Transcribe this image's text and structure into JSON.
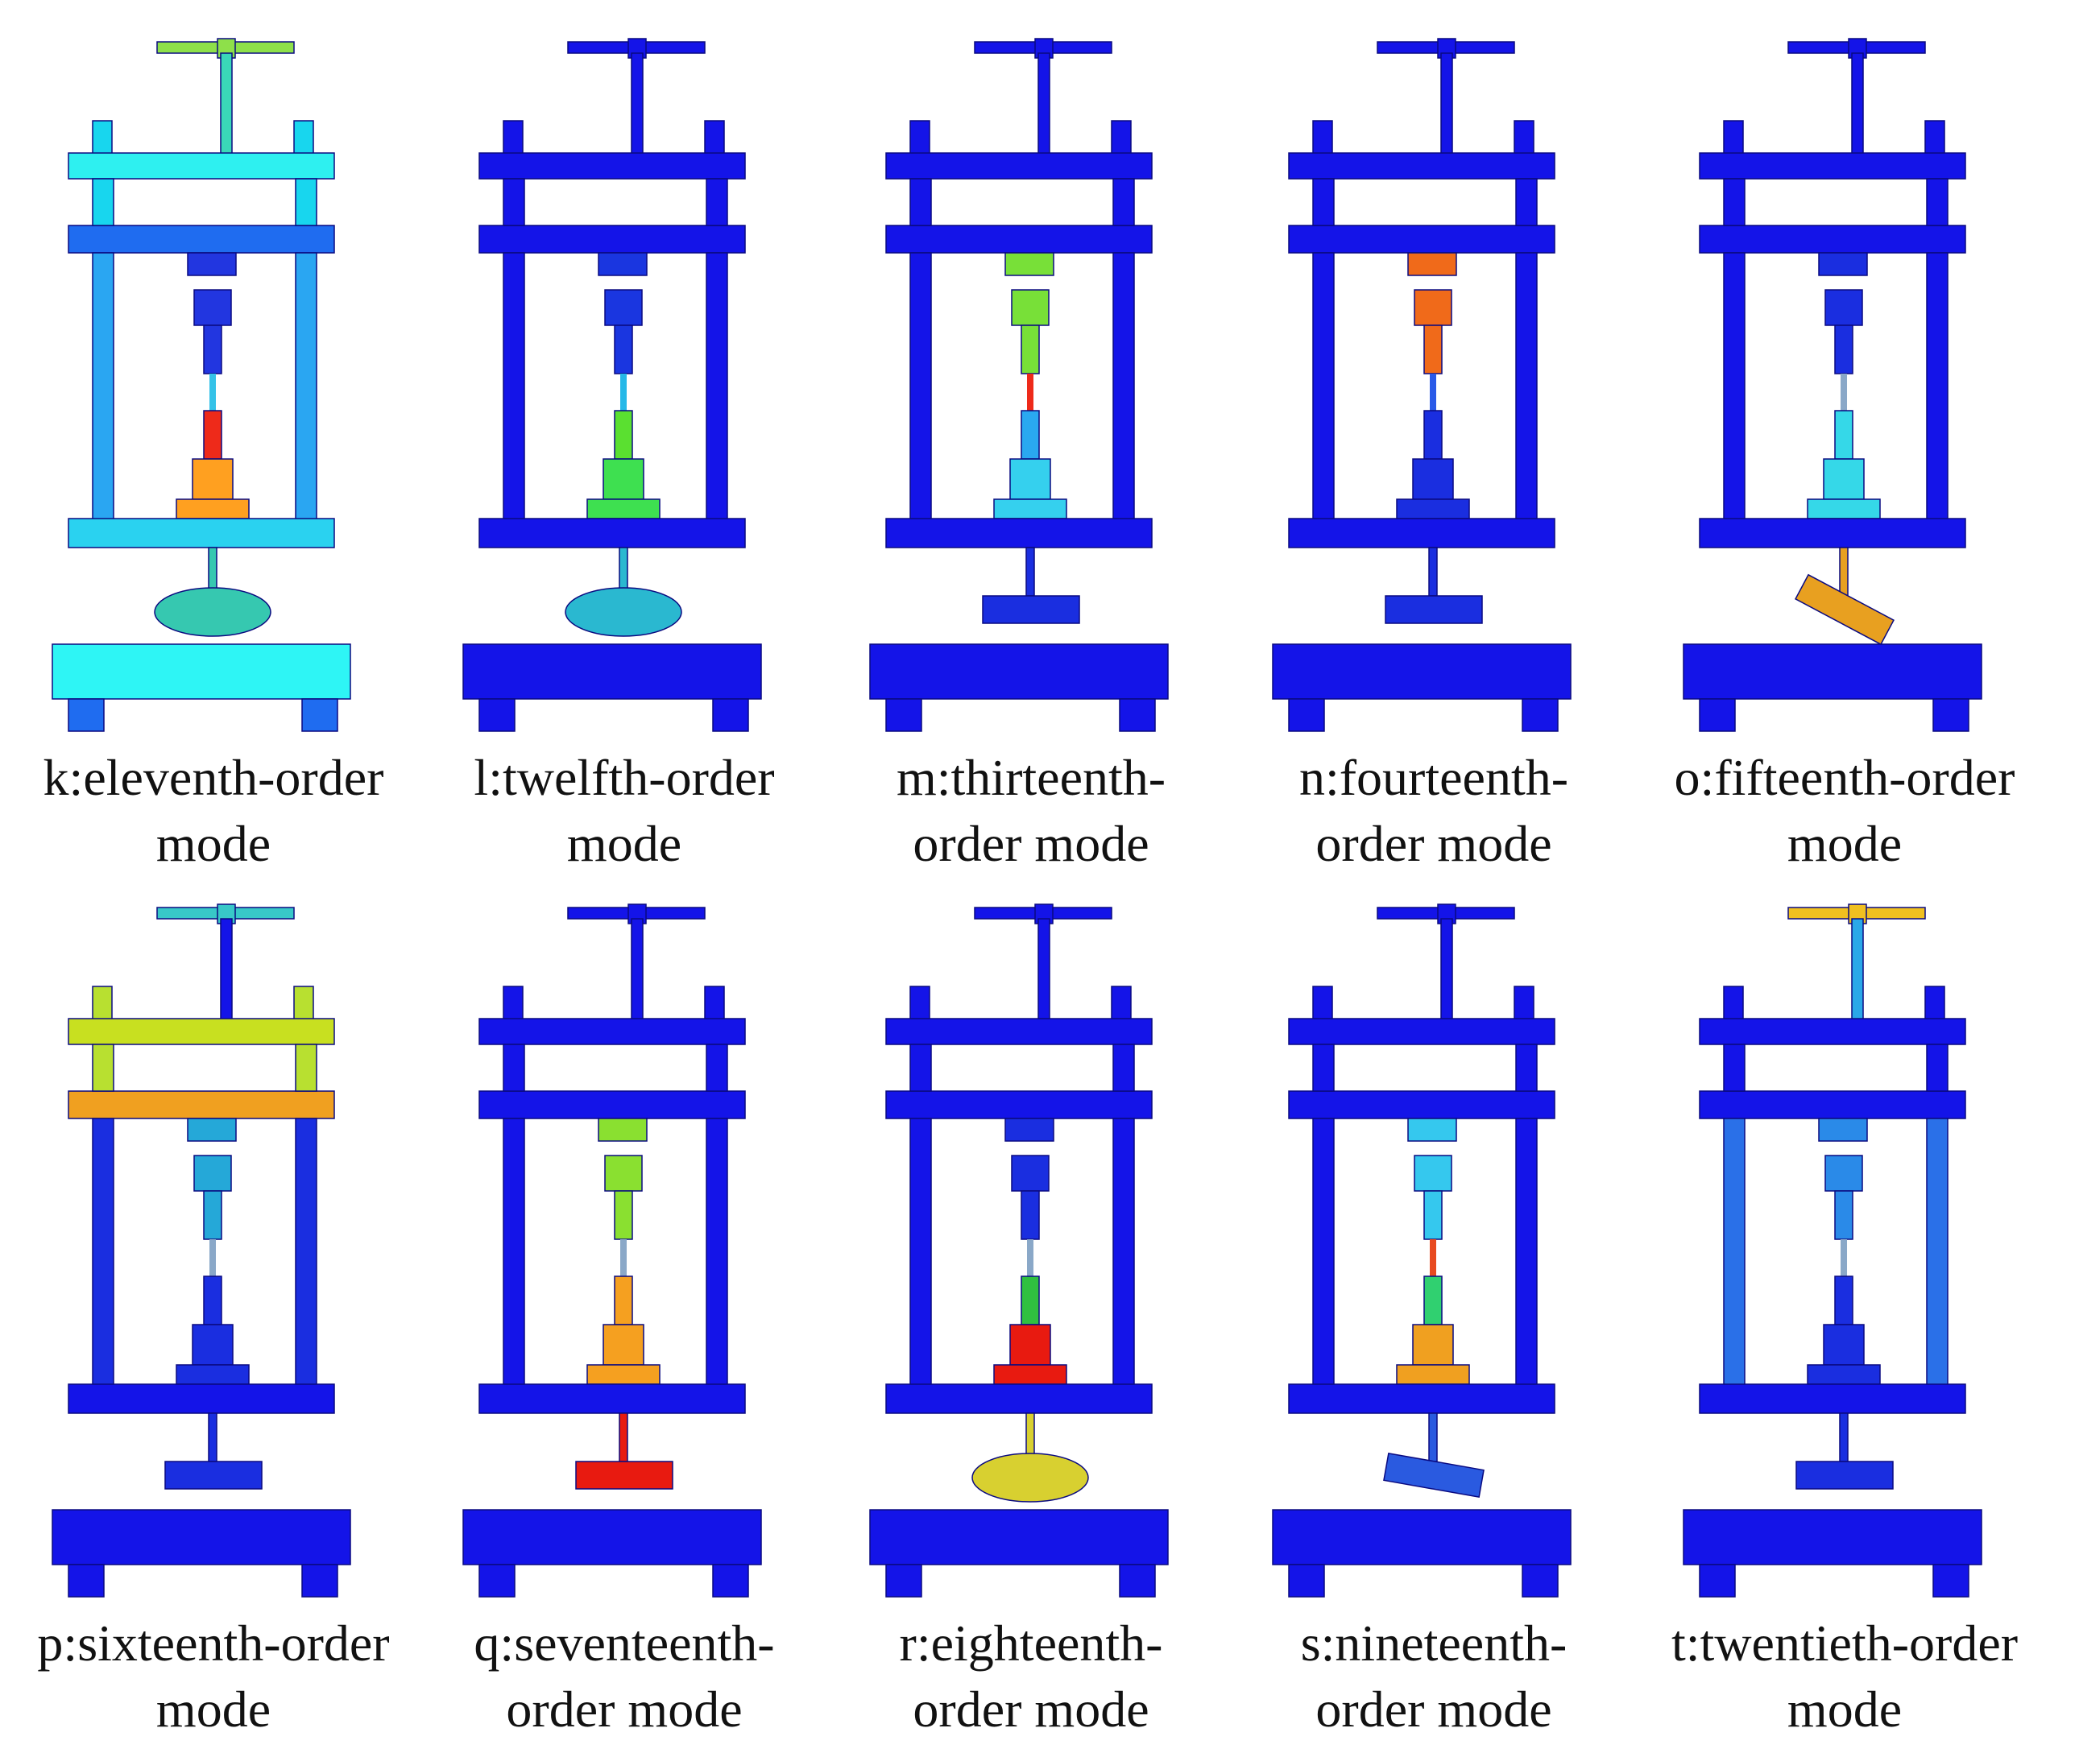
{
  "panels": [
    {
      "id": "k",
      "caption": "k:eleventh-order\nmode",
      "colors": {
        "handle": "#8ee04a",
        "screw": "#3ad8b8",
        "upper_plate": "#2ef0f0",
        "mid_plate": "#1f6cf0",
        "columns_upper": "#18d6ee",
        "columns_lower": "#2aa6f2",
        "lower_plate": "#2ad2f0",
        "base": "#2ef5f5",
        "feet": "#1f6cf0",
        "fixture_upper": "#2236e0",
        "specimen": "#35c2e8",
        "fixture_lower": "#ffa020",
        "fixture_lower_tip": "#ee2a1a",
        "disk": "#36c8b0"
      },
      "disk": {
        "shape": "round",
        "tilt": 0
      }
    },
    {
      "id": "l",
      "caption": "l:twelfth-order\nmode",
      "colors": {
        "handle": "#1414e8",
        "screw": "#1414e8",
        "upper_plate": "#1414e8",
        "mid_plate": "#1414e8",
        "columns_upper": "#1414e8",
        "columns_lower": "#1414e8",
        "lower_plate": "#1414e8",
        "base": "#1414e8",
        "feet": "#1414e8",
        "fixture_upper": "#1a36e0",
        "specimen": "#25b8e8",
        "fixture_lower": "#3ee050",
        "fixture_lower_tip": "#5ae030",
        "disk": "#2ab8d0"
      },
      "disk": {
        "shape": "round",
        "tilt": 0
      }
    },
    {
      "id": "m",
      "caption": "m:thirteenth-\norder mode",
      "colors": {
        "handle": "#1414e8",
        "screw": "#1414e8",
        "upper_plate": "#1414e8",
        "mid_plate": "#1414e8",
        "columns_upper": "#1414e8",
        "columns_lower": "#1414e8",
        "lower_plate": "#1414e8",
        "base": "#1414e8",
        "feet": "#1414e8",
        "fixture_upper": "#78e038",
        "specimen": "#ee2a1a",
        "fixture_lower": "#35d0ee",
        "fixture_lower_tip": "#2aa8f0",
        "disk": "#1a2ee0"
      },
      "disk": {
        "shape": "flat",
        "tilt": 0
      }
    },
    {
      "id": "n",
      "caption": "n:fourteenth-\norder mode",
      "colors": {
        "handle": "#1414e8",
        "screw": "#1414e8",
        "upper_plate": "#1414e8",
        "mid_plate": "#1414e8",
        "columns_upper": "#1414e8",
        "columns_lower": "#1414e8",
        "lower_plate": "#1414e8",
        "base": "#1414e8",
        "feet": "#1414e8",
        "fixture_upper": "#f06a1a",
        "specimen": "#2a5ae8",
        "fixture_lower": "#1a2ee0",
        "fixture_lower_tip": "#1a2ee0",
        "disk": "#1a2ee0"
      },
      "disk": {
        "shape": "flat",
        "tilt": 0
      }
    },
    {
      "id": "o",
      "caption": "o:fifteenth-order\nmode",
      "colors": {
        "handle": "#1414e8",
        "screw": "#1414e8",
        "upper_plate": "#1414e8",
        "mid_plate": "#1414e8",
        "columns_upper": "#1414e8",
        "columns_lower": "#1414e8",
        "lower_plate": "#1414e8",
        "base": "#1414e8",
        "feet": "#1414e8",
        "fixture_upper": "#1a2ee0",
        "specimen": "#8aa8c8",
        "fixture_lower": "#35d8e8",
        "fixture_lower_tip": "#35d8e8",
        "disk": "#e8a020"
      },
      "disk": {
        "shape": "flat",
        "tilt": 28
      }
    },
    {
      "id": "p",
      "caption": "p:sixteenth-order\nmode",
      "colors": {
        "handle": "#38c8c8",
        "screw": "#1414e8",
        "upper_plate": "#c8e020",
        "mid_plate": "#f0a020",
        "columns_upper": "#b8e030",
        "columns_lower": "#1a2ee0",
        "lower_plate": "#1414e8",
        "base": "#1414e8",
        "feet": "#1414e8",
        "fixture_upper": "#25a8d8",
        "specimen": "#8aa8c8",
        "fixture_lower": "#1a2ee0",
        "fixture_lower_tip": "#1a2ee0",
        "disk": "#1a2ee0"
      },
      "disk": {
        "shape": "flat",
        "tilt": 0
      }
    },
    {
      "id": "q",
      "caption": "q:seventeenth-\norder mode",
      "colors": {
        "handle": "#1414e8",
        "screw": "#1414e8",
        "upper_plate": "#1414e8",
        "mid_plate": "#1414e8",
        "columns_upper": "#1414e8",
        "columns_lower": "#1414e8",
        "lower_plate": "#1414e8",
        "base": "#1414e8",
        "feet": "#1414e8",
        "fixture_upper": "#8ae030",
        "specimen": "#8aa8c8",
        "fixture_lower": "#f5a020",
        "fixture_lower_tip": "#f5a020",
        "disk": "#e81a10"
      },
      "disk": {
        "shape": "flat",
        "tilt": 0
      }
    },
    {
      "id": "r",
      "caption": "r:eighteenth-\norder mode",
      "colors": {
        "handle": "#1414e8",
        "screw": "#1414e8",
        "upper_plate": "#1414e8",
        "mid_plate": "#1414e8",
        "columns_upper": "#1414e8",
        "columns_lower": "#1414e8",
        "lower_plate": "#1414e8",
        "base": "#1414e8",
        "feet": "#1414e8",
        "fixture_upper": "#1a2ee0",
        "specimen": "#8aa8c8",
        "fixture_lower": "#e81a10",
        "fixture_lower_tip": "#30c040",
        "disk": "#d8d030"
      },
      "disk": {
        "shape": "round",
        "tilt": 0
      }
    },
    {
      "id": "s",
      "caption": "s:nineteenth-\norder mode",
      "colors": {
        "handle": "#1414e8",
        "screw": "#1414e8",
        "upper_plate": "#1414e8",
        "mid_plate": "#1414e8",
        "columns_upper": "#1414e8",
        "columns_lower": "#1414e8",
        "lower_plate": "#1414e8",
        "base": "#1414e8",
        "feet": "#1414e8",
        "fixture_upper": "#35c8ee",
        "specimen": "#e84a20",
        "fixture_lower": "#f0a020",
        "fixture_lower_tip": "#30d070",
        "disk": "#2a5ae0"
      },
      "disk": {
        "shape": "flat",
        "tilt": 10
      }
    },
    {
      "id": "t",
      "caption": "t:twentieth-order\nmode",
      "colors": {
        "handle": "#f0c020",
        "screw": "#2aa8e8",
        "upper_plate": "#1414e8",
        "mid_plate": "#1414e8",
        "columns_upper": "#1414e8",
        "columns_lower": "#2a70e8",
        "lower_plate": "#1414e8",
        "base": "#1414e8",
        "feet": "#1414e8",
        "fixture_upper": "#2a8ae8",
        "specimen": "#8aa8c8",
        "fixture_lower": "#1a2ee0",
        "fixture_lower_tip": "#1a2ee0",
        "disk": "#1a2ee0"
      },
      "disk": {
        "shape": "flat",
        "tilt": 0
      }
    }
  ]
}
